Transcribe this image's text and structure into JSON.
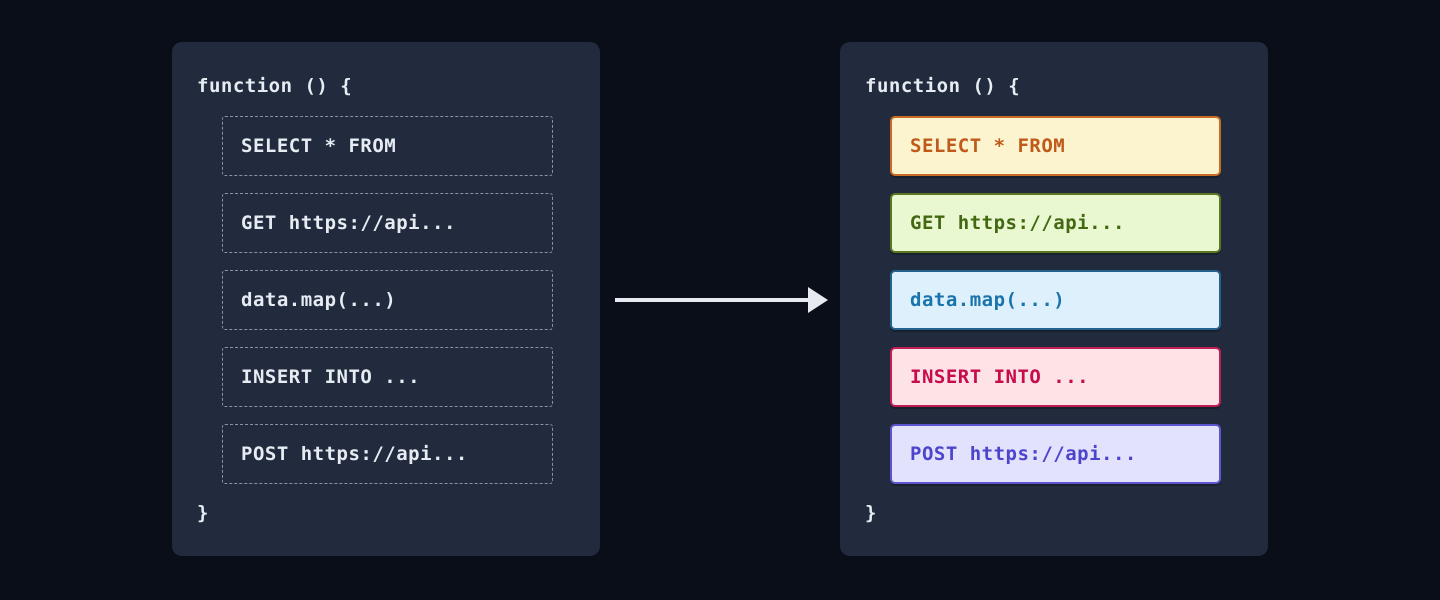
{
  "colors": {
    "page_background": "#0a0e18",
    "panel_background": "#212b3d",
    "panel_text": "#e7ecf3",
    "dashed_border": "#8793a5",
    "arrow": "#e7eaf0"
  },
  "left_panel": {
    "title": "function () {",
    "closing_brace": "}",
    "items": [
      {
        "label": "SELECT * FROM"
      },
      {
        "label": "GET https://api..."
      },
      {
        "label": "data.map(...)"
      },
      {
        "label": "INSERT INTO ..."
      },
      {
        "label": "POST https://api..."
      }
    ]
  },
  "right_panel": {
    "title": "function () {",
    "closing_brace": "}",
    "items": [
      {
        "label": "SELECT * FROM",
        "bg": "#fcf3cf",
        "border": "#c96b23",
        "text": "#c05a1b"
      },
      {
        "label": "GET https://api...",
        "bg": "#e9f8d0",
        "border": "#5a761e",
        "text": "#426812"
      },
      {
        "label": "data.map(...)",
        "bg": "#def0fb",
        "border": "#24628e",
        "text": "#1974ab"
      },
      {
        "label": "INSERT INTO ...",
        "bg": "#fde2e6",
        "border": "#c11d55",
        "text": "#c60c4c"
      },
      {
        "label": "POST https://api...",
        "bg": "#e2e2fc",
        "border": "#5c55cd",
        "text": "#4d44cc"
      }
    ]
  },
  "arrow": {
    "direction": "right"
  }
}
